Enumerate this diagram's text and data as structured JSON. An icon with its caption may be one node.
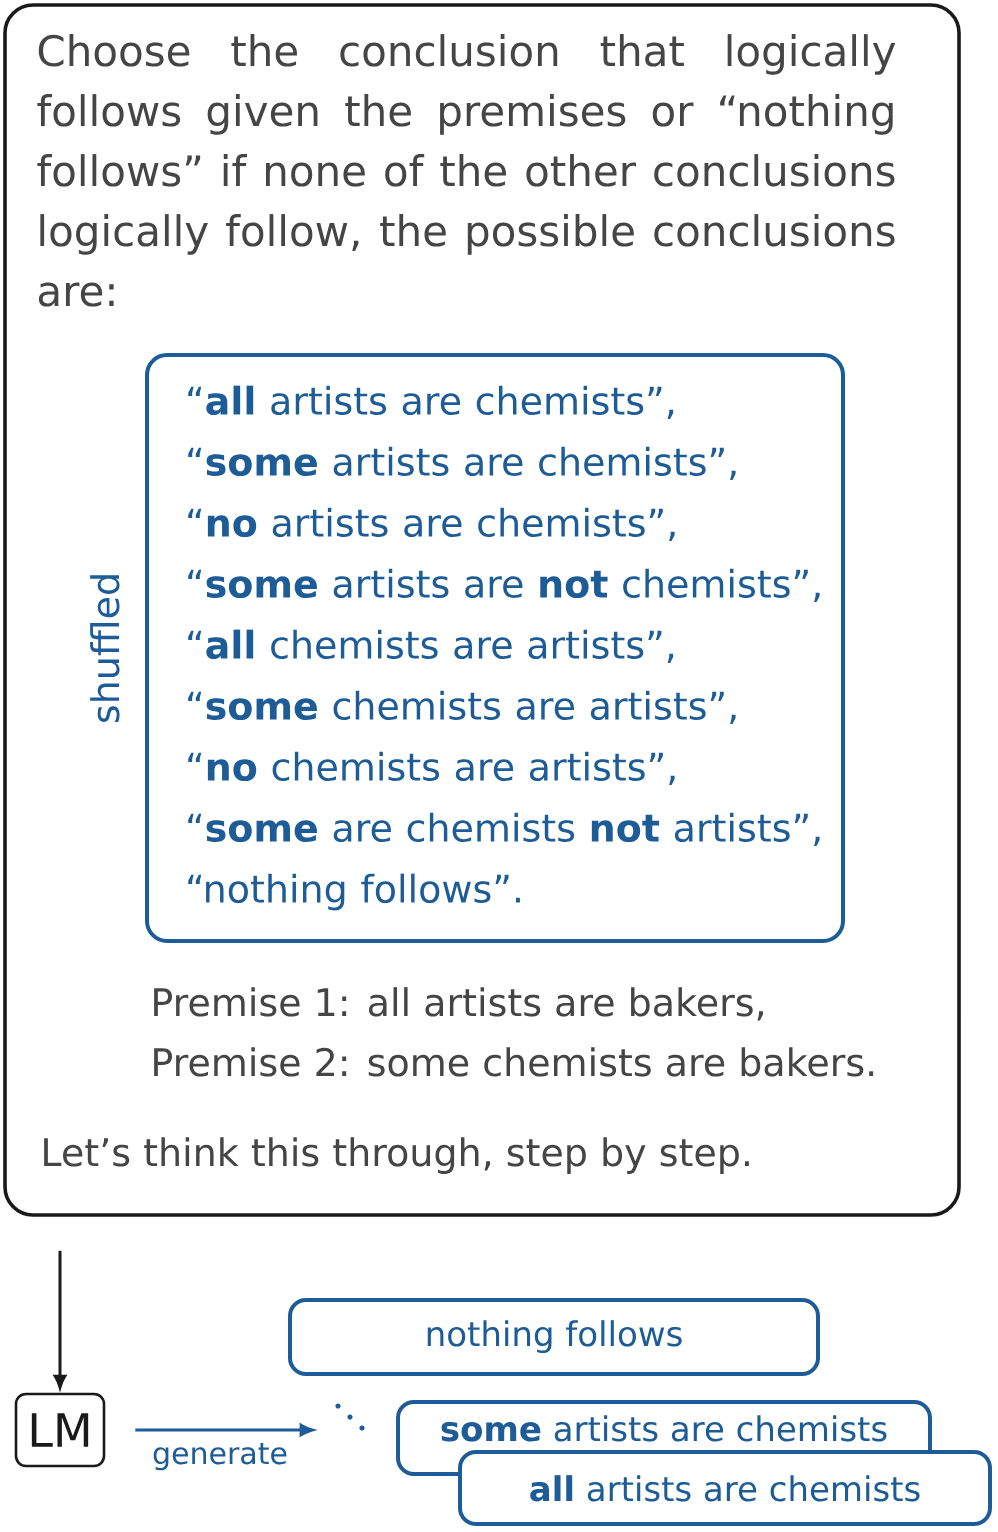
{
  "diagram": {
    "nodes": [
      {
        "text": [
          "Choose the conclusion that logically follows given the premises or “nothing follows” if none of the other conclusions logically follow, the possible conclusions are:",
          "Premise 1: all artists are bakers,",
          "Premise 2: some chemists are bakers.",
          "Let’s think this through, step by step."
        ]
      },
      {
        "text": [
          "“**all** artists are chemists”,",
          "“**some** artists are chemists”,",
          "“**no** artists are chemists”,",
          "“**some** artists are **not** chemists”,",
          "“**all** chemists are artists”,",
          "“**some** chemists are artists”,",
          "“**no** chemists are artists”,",
          "“**some** are chemists **not** artists”,",
          "“nothing follows”."
        ],
        "in": 0,
        "beside": [
          "shuffled"
        ]
      },
      {
        "text": [
          "LM"
        ]
      },
      {
        "text": [],
        "shape": "dots"
      },
      {
        "text": [
          "nothing follows"
        ]
      },
      {
        "text": [
          "**some** artists are chemists"
        ]
      },
      {
        "text": [
          "**all** artists are chemists"
        ]
      }
    ],
    "edges": [
      {
        "from": 0,
        "to": 2,
        "arrow": "to"
      },
      {
        "from": 2,
        "to": 3,
        "arrow": "to",
        "label": "generate",
        "color": "#1d5c97"
      }
    ]
  }
}
